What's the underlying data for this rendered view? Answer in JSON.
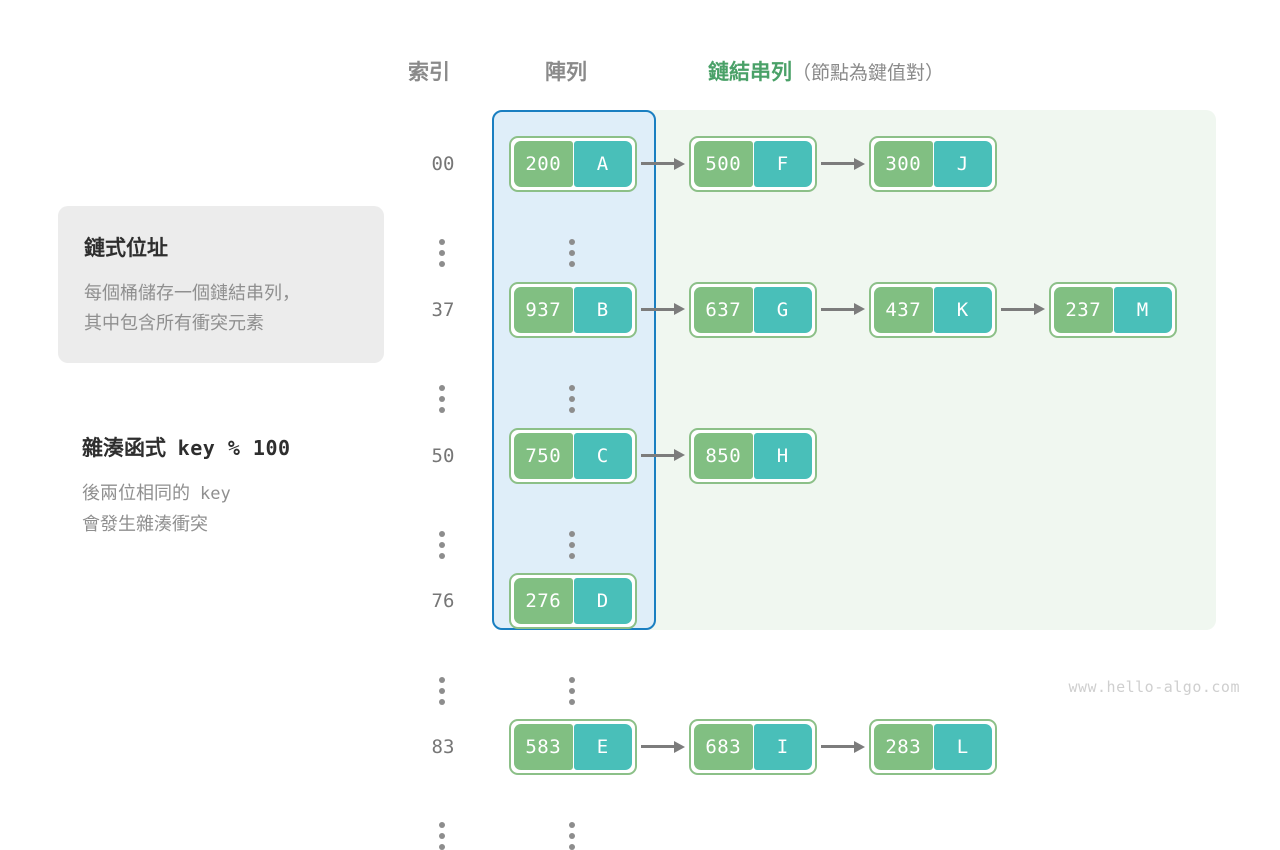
{
  "headers": {
    "index": "索引",
    "array": "陣列",
    "list_main": "鏈結串列",
    "list_sub": "（節點為鍵值對）"
  },
  "info_card": {
    "title": "鏈式位址",
    "line1": "每個桶儲存一個鏈結串列，",
    "line2": "其中包含所有衝突元素"
  },
  "hash_note": {
    "title_label": "雜湊函式",
    "title_expr": "key % 100",
    "line1_a": "後兩位相同的",
    "line1_b": "key",
    "line2": "會發生雜湊衝突"
  },
  "colors": {
    "array_region_bg": "#dfeef9",
    "array_region_border": "#1a7fc1",
    "list_region_bg": "#f0f7f0",
    "node_border": "#8cc088",
    "node_key_bg": "#81bf82",
    "node_value_bg": "#49bfb9",
    "arrow": "#7c7c7c",
    "accent_green": "#4aa168",
    "index_text": "#767676",
    "muted_text": "#8f8f8f",
    "card_bg": "#ececec"
  },
  "rows": [
    {
      "kind": "bucket",
      "index": "00",
      "nodes": [
        {
          "key": "200",
          "value": "A"
        },
        {
          "key": "500",
          "value": "F"
        },
        {
          "key": "300",
          "value": "J"
        }
      ]
    },
    {
      "kind": "ellipsis"
    },
    {
      "kind": "bucket",
      "index": "37",
      "nodes": [
        {
          "key": "937",
          "value": "B"
        },
        {
          "key": "637",
          "value": "G"
        },
        {
          "key": "437",
          "value": "K"
        },
        {
          "key": "237",
          "value": "M"
        }
      ]
    },
    {
      "kind": "ellipsis"
    },
    {
      "kind": "bucket",
      "index": "50",
      "nodes": [
        {
          "key": "750",
          "value": "C"
        },
        {
          "key": "850",
          "value": "H"
        }
      ]
    },
    {
      "kind": "ellipsis"
    },
    {
      "kind": "bucket",
      "index": "76",
      "nodes": [
        {
          "key": "276",
          "value": "D"
        }
      ]
    },
    {
      "kind": "ellipsis"
    },
    {
      "kind": "bucket",
      "index": "83",
      "nodes": [
        {
          "key": "583",
          "value": "E"
        },
        {
          "key": "683",
          "value": "I"
        },
        {
          "key": "283",
          "value": "L"
        }
      ]
    },
    {
      "kind": "ellipsis"
    }
  ],
  "watermark": "www.hello-algo.com"
}
